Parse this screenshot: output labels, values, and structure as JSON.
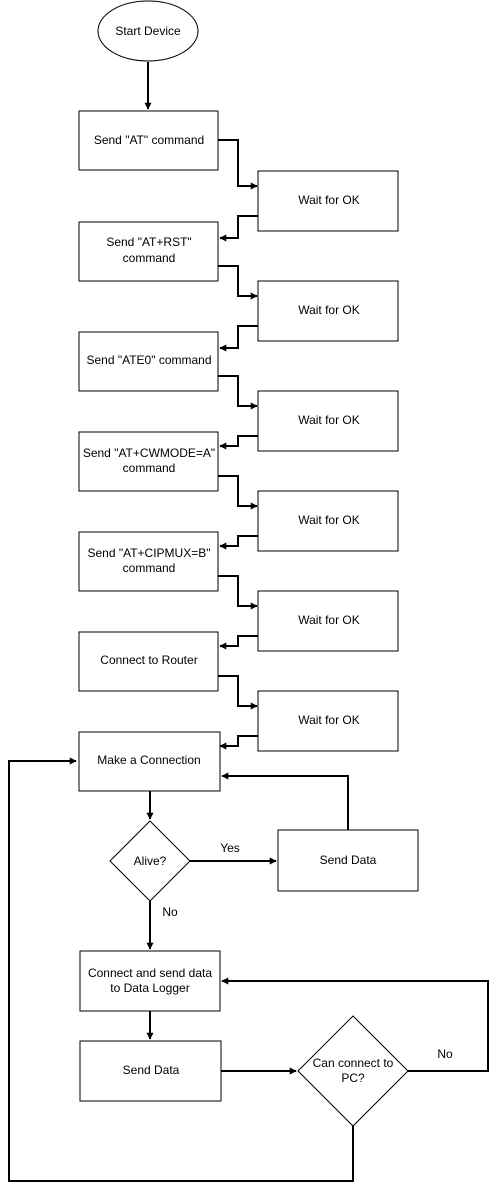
{
  "start": "Start Device",
  "steps": {
    "at": [
      "Send \"AT\" command"
    ],
    "rst": [
      "Send \"AT+RST\"",
      "command"
    ],
    "ate0": [
      "Send \"ATE0\" command"
    ],
    "cwmode": [
      "Send \"AT+CWMODE=A\"",
      "command"
    ],
    "cipmux": [
      "Send \"AT+CIPMUX=B\"",
      "command"
    ],
    "router": [
      "Connect to Router"
    ],
    "make_connection": [
      "Make a Connection"
    ],
    "send_data_right": [
      "Send Data"
    ],
    "logger": [
      "Connect and send data",
      "to Data Logger"
    ],
    "send_data_bottom": [
      "Send Data"
    ]
  },
  "wait_label": "Wait for OK",
  "decisions": {
    "alive": [
      "Alive?"
    ],
    "pc": [
      "Can connect to",
      "PC?"
    ]
  },
  "edge_labels": {
    "yes": "Yes",
    "no_alive": "No",
    "no_pc": "No"
  }
}
